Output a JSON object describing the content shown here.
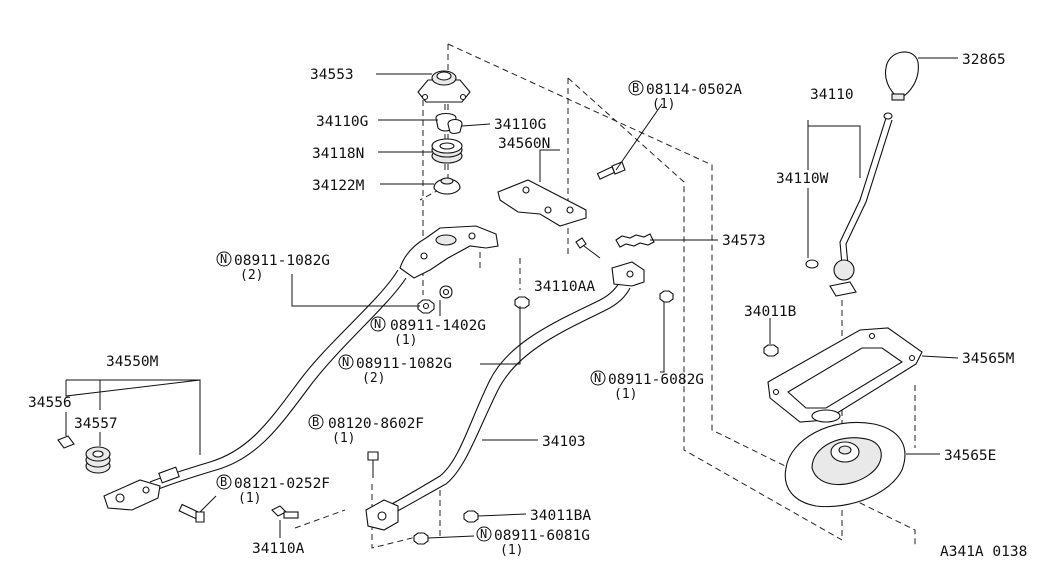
{
  "labels": {
    "p34553": "34553",
    "p34110g_l": "34110G",
    "p34110g_r": "34110G",
    "p34118n": "34118N",
    "p34122m": "34122M",
    "p34560n": "34560N",
    "p08114": "08114-0502A",
    "p08114_qty": "(1)",
    "p34110": "34110",
    "p32865": "32865",
    "p34110w": "34110W",
    "p34573": "34573",
    "p34110aa": "34110AA",
    "p08911_1082g_a": "08911-1082G",
    "p08911_1082g_a_qty": "(2)",
    "p08911_1402g": "08911-1402G",
    "p08911_1402g_qty": "(1)",
    "p08911_1082g_b": "08911-1082G",
    "p08911_1082g_b_qty": "(2)",
    "p08911_6082g": "08911-6082G",
    "p08911_6082g_qty": "(1)",
    "p34011b": "34011B",
    "p34565m": "34565M",
    "p34550m": "34550M",
    "p34556": "34556",
    "p34557": "34557",
    "p08120": "08120-8602F",
    "p08120_qty": "(1)",
    "p34103": "34103",
    "p08121": "08121-0252F",
    "p08121_qty": "(1)",
    "p34565e": "34565E",
    "p34011ba": "34011BA",
    "p08911_6081g": "08911-6081G",
    "p08911_6081g_qty": "(1)",
    "p34110a": "34110A",
    "ref_code": "A341A 0138"
  },
  "prefix": {
    "bolt": "B",
    "nut": "N"
  }
}
